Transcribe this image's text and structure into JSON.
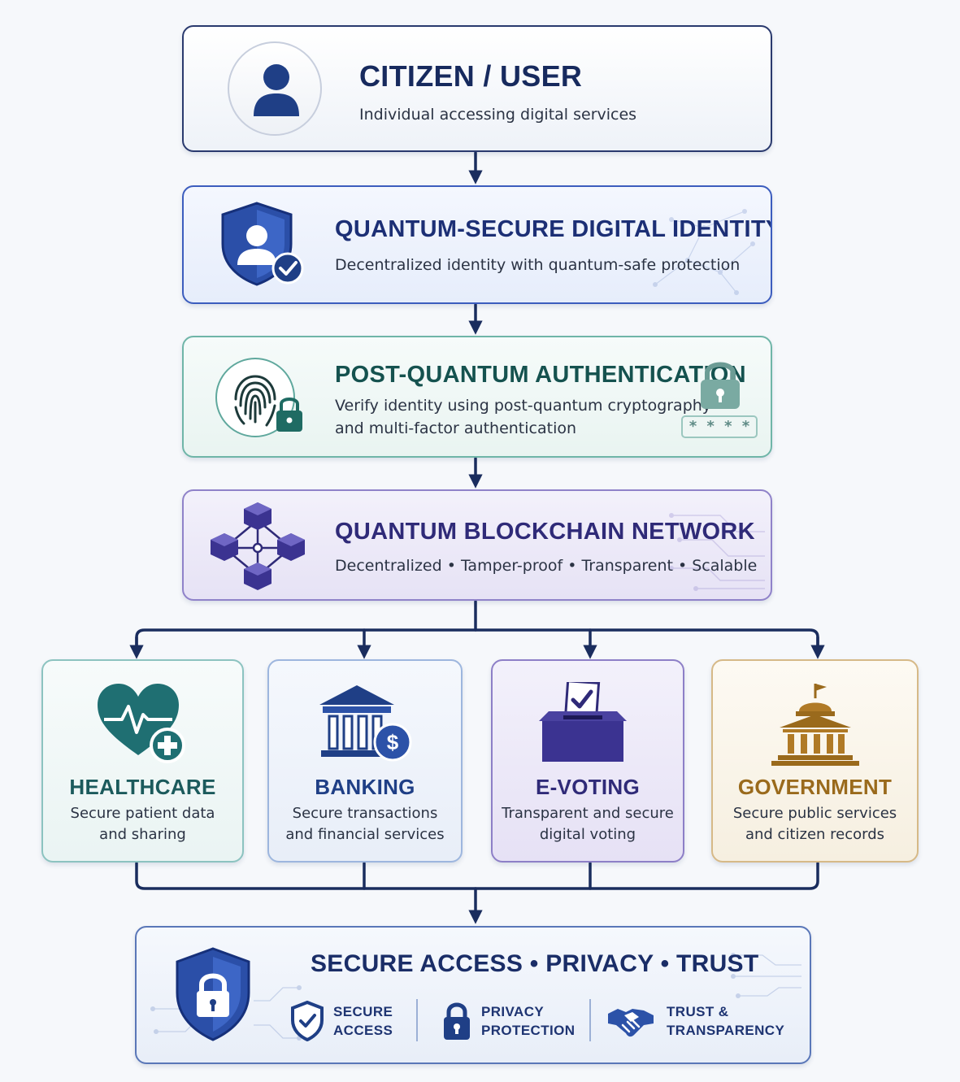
{
  "stages": {
    "user": {
      "title": "CITIZEN / USER",
      "subtitle": "Individual accessing digital services",
      "icon": "user-icon"
    },
    "identity": {
      "title": "QUANTUM-SECURE DIGITAL IDENTITY",
      "subtitle": "Decentralized identity with quantum-safe protection",
      "icon": "shield-user-icon"
    },
    "auth": {
      "title": "POST-QUANTUM AUTHENTICATION",
      "subtitle_line1": "Verify identity using post-quantum cryptography",
      "subtitle_line2": "and multi-factor authentication",
      "icon": "fingerprint-icon",
      "password_mask": "* * * *"
    },
    "chain": {
      "title": "QUANTUM BLOCKCHAIN NETWORK",
      "subtitle": "Decentralized • Tamper-proof • Transparent • Scalable",
      "icon": "blockchain-icon"
    }
  },
  "sectors": [
    {
      "title": "HEALTHCARE",
      "line1": "Secure patient data",
      "line2": "and sharing",
      "icon": "heart-pulse-icon",
      "color": "#1b5a5c"
    },
    {
      "title": "BANKING",
      "line1": "Secure transactions",
      "line2": "and financial services",
      "icon": "bank-icon",
      "color": "#1f3f86"
    },
    {
      "title": "E-VOTING",
      "line1": "Transparent and secure",
      "line2": "digital voting",
      "icon": "ballot-box-icon",
      "color": "#2f2a78"
    },
    {
      "title": "GOVERNMENT",
      "line1": "Secure public services",
      "line2": "and citizen records",
      "icon": "capitol-icon",
      "color": "#9a6a1c"
    }
  ],
  "outcome": {
    "title": "SECURE ACCESS • PRIVACY • TRUST",
    "items": [
      {
        "line1": "SECURE",
        "line2": "ACCESS",
        "icon": "shield-check-icon"
      },
      {
        "line1": "PRIVACY",
        "line2": "PROTECTION",
        "icon": "lock-icon"
      },
      {
        "line1": "TRUST &",
        "line2": "TRANSPARENCY",
        "icon": "handshake-icon"
      }
    ]
  }
}
